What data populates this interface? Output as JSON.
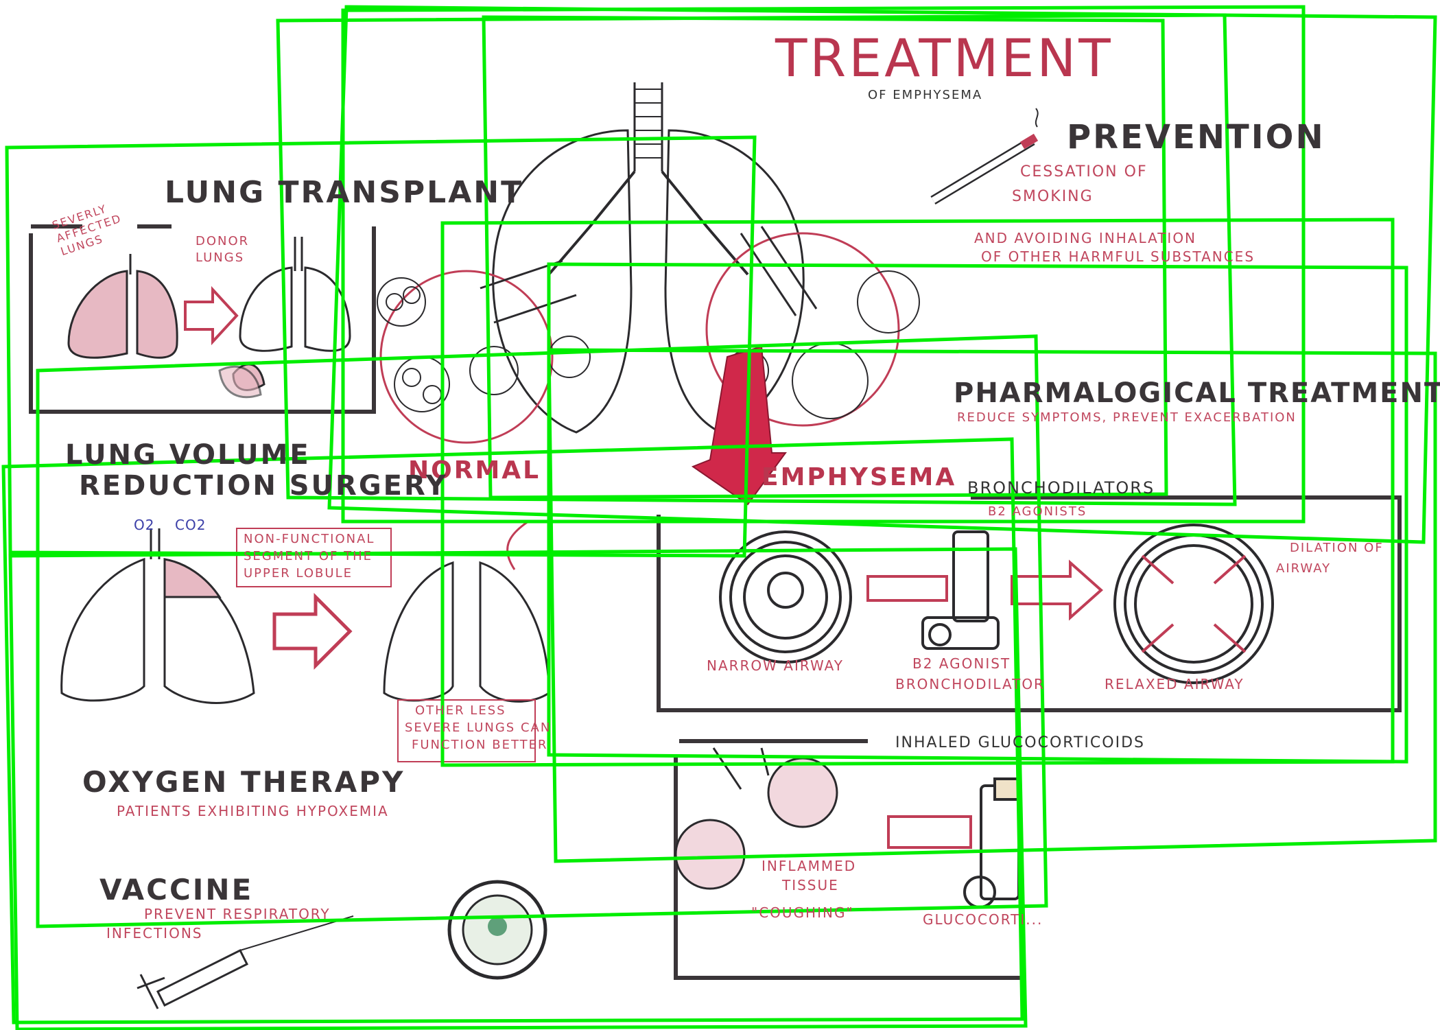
{
  "header": {
    "title": "TREATMENT",
    "subtitle": "OF EMPHYSEMA"
  },
  "prevention": {
    "title": "PREVENTION",
    "line1": "CESSATION OF",
    "line2": "SMOKING",
    "line3": "AND AVOIDING INHALATION",
    "line4": "OF OTHER HARMFUL SUBSTANCES"
  },
  "lungs": {
    "normal_label": "NORMAL",
    "emphysema_label": "EMPHYSEMA"
  },
  "transplant": {
    "title": "LUNG TRANSPLANT",
    "severe": "SEVERLY AFFECTED LUNGS",
    "donor": "DONOR LUNGS"
  },
  "lvrs": {
    "title_line1": "LUNG VOLUME",
    "title_line2": "REDUCTION SURGERY",
    "o2": "O2",
    "co2": "CO2",
    "nonfunctional": [
      "NON-FUNCTIONAL",
      "SEGMENT OF THE",
      "UPPER LOBULE"
    ],
    "other": [
      "OTHER LESS",
      "SEVERE LUNGS CAN",
      "FUNCTION BETTER"
    ]
  },
  "pharma": {
    "title": "PHARMALOGICAL TREATMENT",
    "subtitle": "REDUCE SYMPTOMS, PREVENT EXACERBATION",
    "bronchodilators": "BRONCHODILATORS",
    "b2": "B2 AGONISTS",
    "narrow": "NARROW AIRWAY",
    "agonist": [
      "B2 AGONIST",
      "BRONCHODILATOR"
    ],
    "relaxed": "RELAXED AIRWAY",
    "dilation": [
      "DILATION OF",
      "AIRWAY"
    ],
    "inhaled": "INHALED GLUCOCORTICOIDS",
    "inflamed": [
      "INFLAMMED",
      "TISSUE"
    ],
    "coughing": "\"COUGHING\"",
    "gluco": "GLUCOCORTI..."
  },
  "oxygen": {
    "title": "OXYGEN THERAPY",
    "sub": "PATIENTS EXHIBITING HYPOXEMIA"
  },
  "vaccine": {
    "title": "VACCINE",
    "line1": "PREVENT RESPIRATORY",
    "line2": "INFECTIONS"
  },
  "colors": {
    "ink": "#3a3538",
    "accent": "#b9364f",
    "box": "#00ee00",
    "blue": "#3b3fa8"
  }
}
